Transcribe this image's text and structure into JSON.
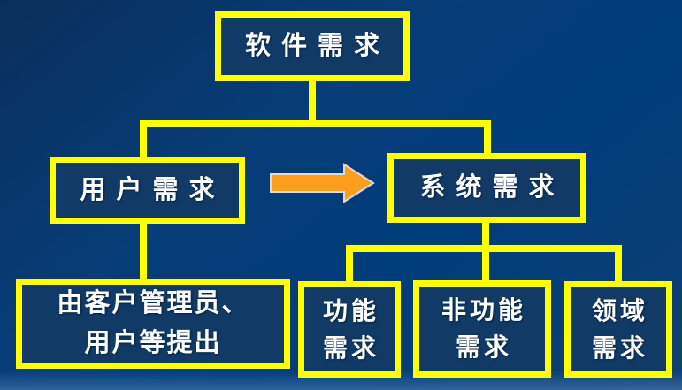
{
  "diagram": {
    "nodes": {
      "software": {
        "label": "软件需求"
      },
      "user": {
        "label": "用户需求"
      },
      "system": {
        "label": "系统需求"
      },
      "source": {
        "line1": "由客户管理员、",
        "line2": "用户等提出"
      },
      "functional": {
        "line1": "功能",
        "line2": "需求"
      },
      "nonfunctional": {
        "line1": "非功能",
        "line2": "需求"
      },
      "domain": {
        "line1": "领域",
        "line2": "需求"
      }
    },
    "icons": {
      "arrow": "right-block-arrow"
    },
    "colors": {
      "background_blue": "#003d7a",
      "background_dark_corner": "#0a2f5c",
      "box_fill": "#113a67",
      "border_yellow": "#ffff00",
      "text_white": "#ffffff",
      "arrow_fill": "#ff9d1e",
      "arrow_outline": "#dcdcdc"
    }
  }
}
